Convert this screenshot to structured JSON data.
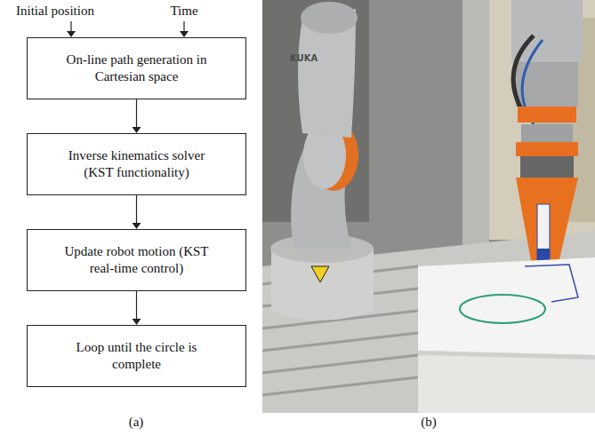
{
  "diagram": {
    "nodes": [
      {
        "text": [
          "On-line path generation in Cartesian space"
        ]
      },
      {
        "text": [
          "Inverse kinematics solver (KST functionality)"
        ]
      },
      {
        "text": [
          "Update robot motion (KST real-time control)"
        ]
      },
      {
        "text": [
          "Loop until the circle is complete"
        ]
      }
    ],
    "edges": [
      {
        "from": 0,
        "to": 1,
        "arrow": "to"
      },
      {
        "from": 1,
        "to": 2,
        "arrow": "to"
      },
      {
        "from": 2,
        "to": 3,
        "arrow": "to"
      }
    ],
    "labels": [
      "Initial position",
      "Time",
      "(a)",
      "(b)",
      "KUKA"
    ]
  }
}
